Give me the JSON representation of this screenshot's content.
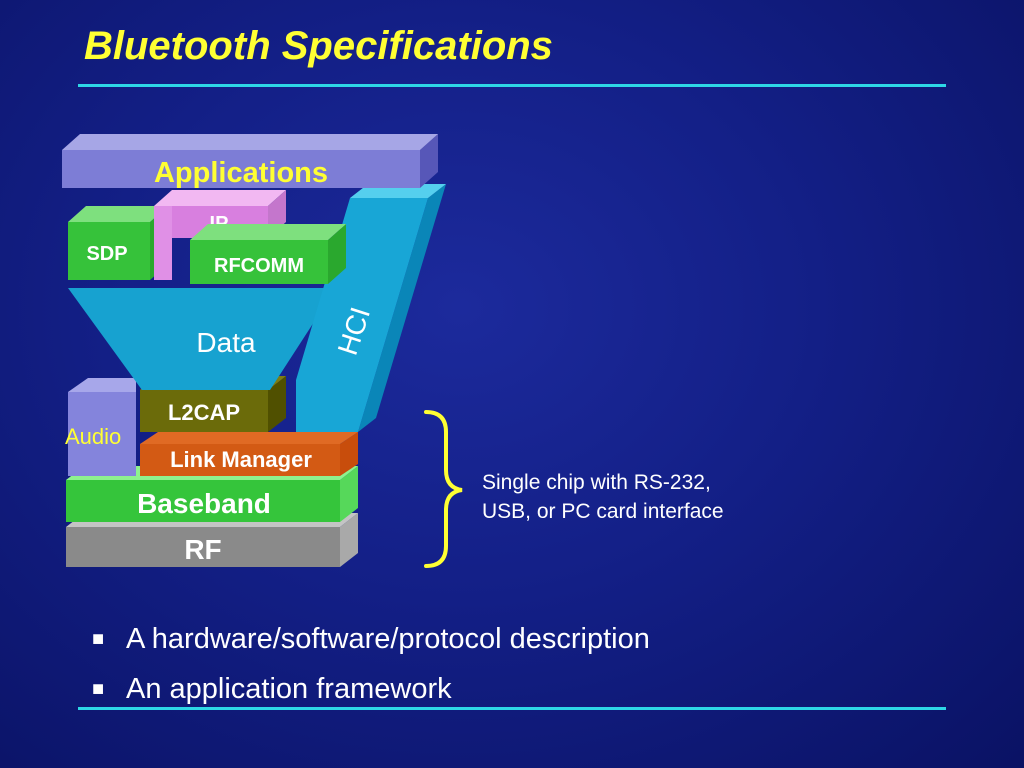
{
  "title": "Bluetooth Specifications",
  "diagram": {
    "applications": "Applications",
    "ip": "IP",
    "sdp": "SDP",
    "rfcomm": "RFCOMM",
    "data": "Data",
    "hci": "HCI",
    "audio": "Audio",
    "l2cap": "L2CAP",
    "link_manager": "Link Manager",
    "baseband": "Baseband",
    "rf": "RF"
  },
  "note": {
    "line1": "Single chip with RS-232,",
    "line2": "USB,  or PC card interface"
  },
  "bullets": {
    "marker": "■",
    "items": [
      "A hardware/software/protocol description",
      "An application framework"
    ]
  },
  "colors": {
    "title": "#ffff33",
    "accent_rule": "#2ed7e6",
    "brace": "#ffff33"
  }
}
